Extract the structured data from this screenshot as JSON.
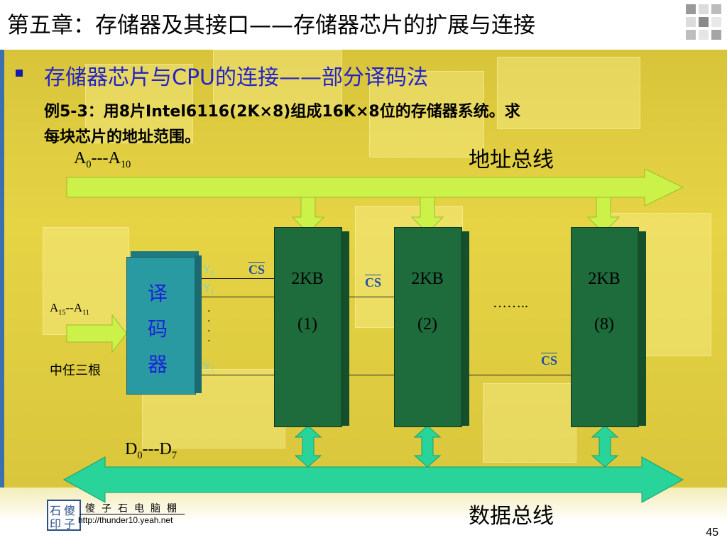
{
  "header": {
    "title": "第五章：存储器及其接口——存储器芯片的扩展与连接"
  },
  "slide": {
    "subtitle": "存储器芯片与CPU的连接——部分译码法",
    "example_line1": "例5-3：用8片Intel6116(2K×8)组成16K×8位的存储器系统。求",
    "example_line2": "每块芯片的地址范围。"
  },
  "diagram": {
    "address_range": "A",
    "address_from": "0",
    "address_sep": "---A",
    "address_to": "10",
    "address_bus_label": "地址总线",
    "data_bus_label": "数据总线",
    "data_from": "0",
    "data_sep": "---D",
    "data_to": "7",
    "data_prefix": "D",
    "high_addr_prefix": "A",
    "high_addr_from": "15",
    "high_addr_sep": "--A",
    "high_addr_to": "11",
    "high_addr_note": "中任三根",
    "decoder_chars": [
      "译",
      "码",
      "器"
    ],
    "y0": "Y",
    "y0_sub": "0",
    "y1": "Y",
    "y1_sub": "1",
    "y7": "Y",
    "y7_sub": "7",
    "dots_vertical": "·\n·\n·\n·",
    "ellipsis": "……..",
    "cs_label": "CS",
    "chips": [
      {
        "size": "2KB",
        "index": "(1)"
      },
      {
        "size": "2KB",
        "index": "(2)"
      },
      {
        "size": "2KB",
        "index": "(8)"
      }
    ]
  },
  "footer": {
    "logo_chars": [
      "石",
      "傻",
      "印",
      "子"
    ],
    "logo_name": "傻子石电脑棚",
    "logo_url": "http://thunder10.yeah.net",
    "page_number": "45"
  },
  "colors": {
    "bus_arrow": "#ccf24a",
    "data_bus_arrow": "#28d49a",
    "chip": "#1e6b3c",
    "decoder": "#2a9aa2",
    "subtitle": "#2222c8"
  }
}
